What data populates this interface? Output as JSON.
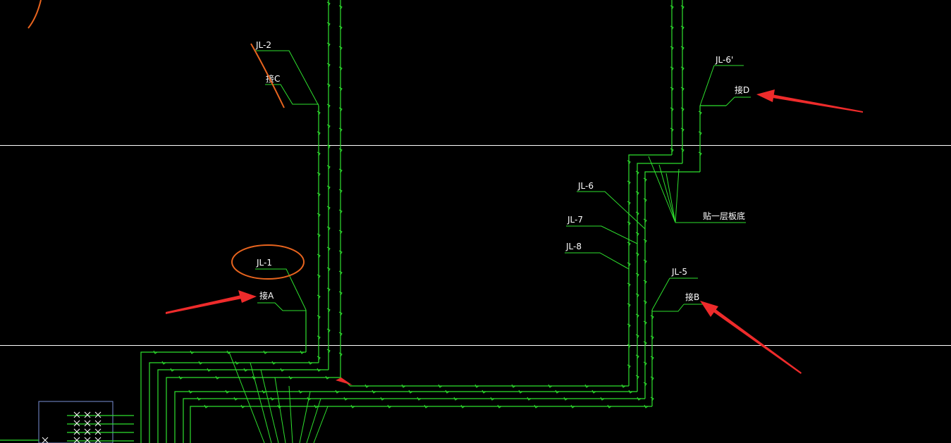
{
  "labels": {
    "jl2": "JL-2",
    "jie_c": "接C",
    "jl6p": "JL-6'",
    "jie_d": "接D",
    "jl6": "JL-6",
    "jl7": "JL-7",
    "jl8": "JL-8",
    "tie": "贴一层板底",
    "jl1": "JL-1",
    "jie_a": "接A",
    "jl5": "JL-5",
    "jie_b": "接B"
  },
  "colors": {
    "background": "#000000",
    "pipe": "#2ee02e",
    "text": "#ffffff",
    "gridline": "#ffffff",
    "markup_circle": "#e8641e",
    "markup_arrow": "#ee2b2b"
  }
}
